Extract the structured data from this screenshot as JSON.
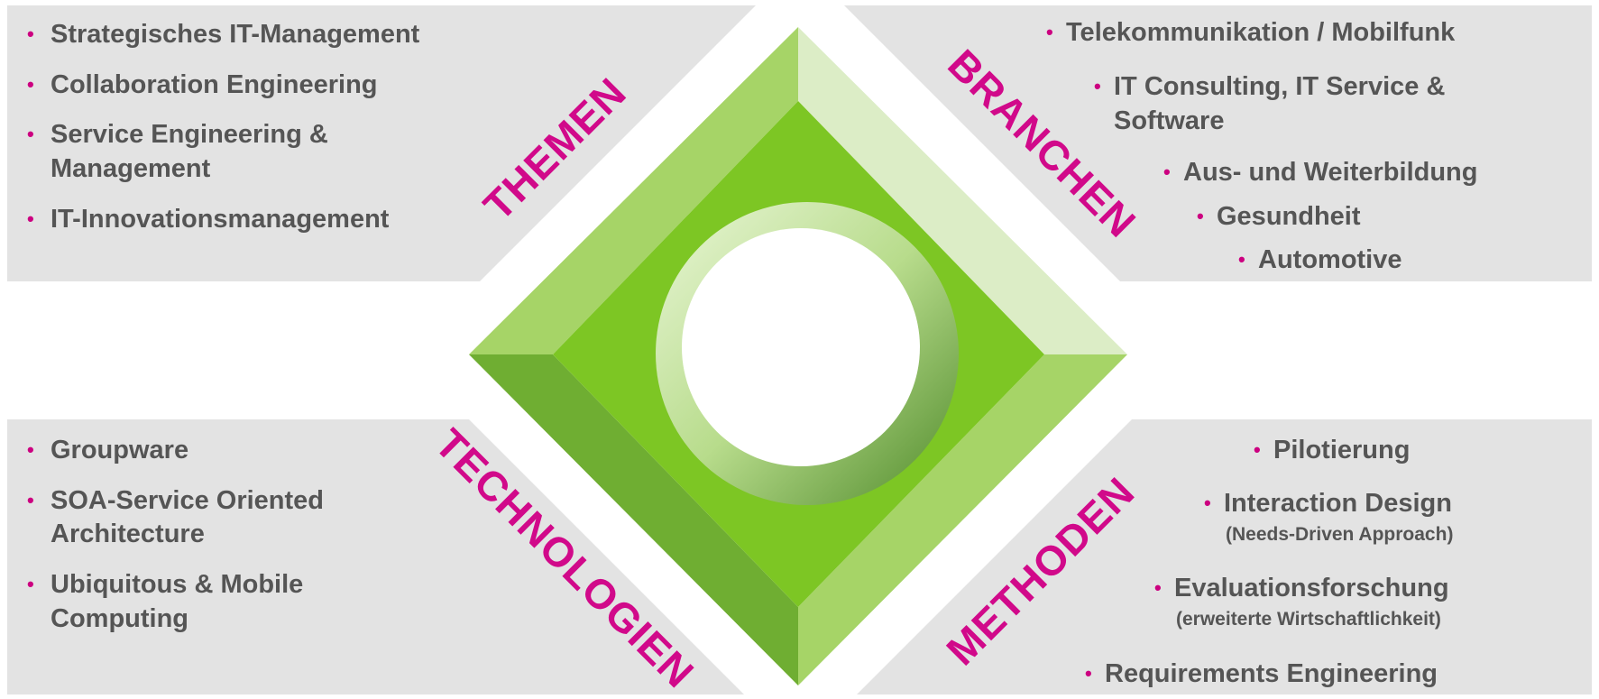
{
  "colors": {
    "panel": "#e3e3e3",
    "bullet": "#cc0080",
    "category": "#d1098a",
    "text": "#555555",
    "green_light": "#dcedc6",
    "green_mid": "#a6d467",
    "green_dark": "#6fae32",
    "green_center": "#7dc624"
  },
  "categories": {
    "themen": "THEMEN",
    "branchen": "BRANCHEN",
    "technologien": "TECHNOLOGIEN",
    "methoden": "METHODEN"
  },
  "themen": {
    "items": [
      {
        "text": "Strategisches IT-Management"
      },
      {
        "text": "Collaboration Engineering"
      },
      {
        "text": "Service Engineering & Management"
      },
      {
        "text": "IT-Innovationsmanagement"
      }
    ]
  },
  "branchen": {
    "items": [
      {
        "text": "Telekommunikation / Mobilfunk"
      },
      {
        "text": "IT Consulting, IT Service & Software"
      },
      {
        "text": "Aus- und Weiterbildung"
      },
      {
        "text": "Gesundheit"
      },
      {
        "text": "Automotive"
      }
    ]
  },
  "technologien": {
    "items": [
      {
        "text": "Groupware"
      },
      {
        "text": "SOA-Service Oriented Architecture"
      },
      {
        "text": "Ubiquitous & Mobile Computing"
      }
    ]
  },
  "methoden": {
    "items": [
      {
        "text": "Pilotierung",
        "sub": ""
      },
      {
        "text": "Interaction Design",
        "sub": "(Needs-Driven Approach)"
      },
      {
        "text": "Evaluationsforschung",
        "sub": "(erweiterte Wirtschaftlichkeit)"
      },
      {
        "text": "Requirements Engineering",
        "sub": ""
      }
    ]
  }
}
